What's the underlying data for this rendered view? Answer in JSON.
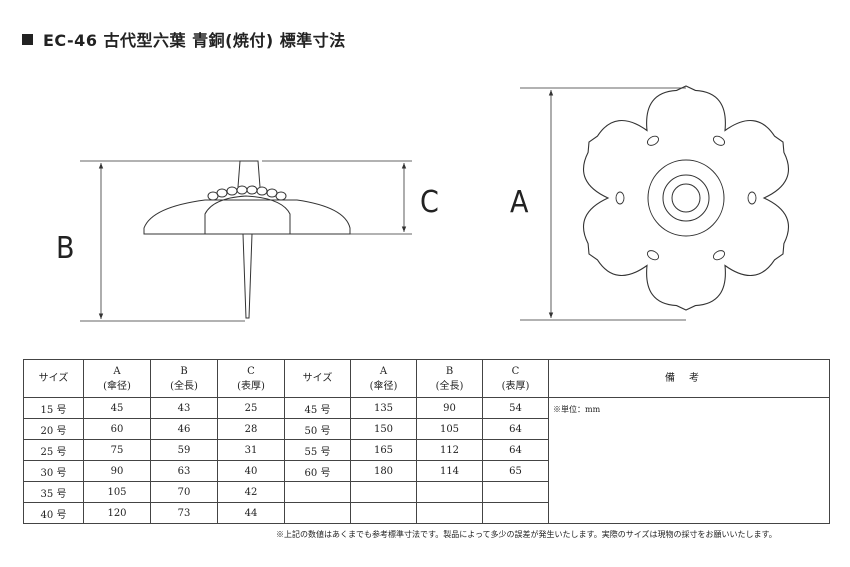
{
  "page": {
    "title": "EC-46 古代型六葉 青銅(焼付) 標準寸法"
  },
  "drawing": {
    "labels": {
      "a": "A",
      "b": "B",
      "c": "C"
    }
  },
  "table": {
    "headers": {
      "size": "サイズ",
      "a": "A",
      "a_sub": "(傘径)",
      "b": "B",
      "b_sub": "(全長)",
      "c": "C",
      "c_sub": "(表厚)",
      "notes": "備考"
    },
    "left_rows": [
      [
        "15 号",
        "45",
        "43",
        "25"
      ],
      [
        "20 号",
        "60",
        "46",
        "28"
      ],
      [
        "25 号",
        "75",
        "59",
        "31"
      ],
      [
        "30 号",
        "90",
        "63",
        "40"
      ],
      [
        "35 号",
        "105",
        "70",
        "42"
      ],
      [
        "40 号",
        "120",
        "73",
        "44"
      ]
    ],
    "right_rows": [
      [
        "45 号",
        "135",
        "90",
        "54"
      ],
      [
        "50 号",
        "150",
        "105",
        "64"
      ],
      [
        "55 号",
        "165",
        "112",
        "64"
      ],
      [
        "60 号",
        "180",
        "114",
        "65"
      ],
      [
        "",
        "",
        "",
        ""
      ],
      [
        "",
        "",
        "",
        ""
      ]
    ],
    "unit_note": "※単位：mm"
  },
  "footnote": "※上記の数値はあくまでも参考標準寸法です。製品によって多少の誤差が発生いたします。実際のサイズは現物の採寸をお願いいたします。"
}
